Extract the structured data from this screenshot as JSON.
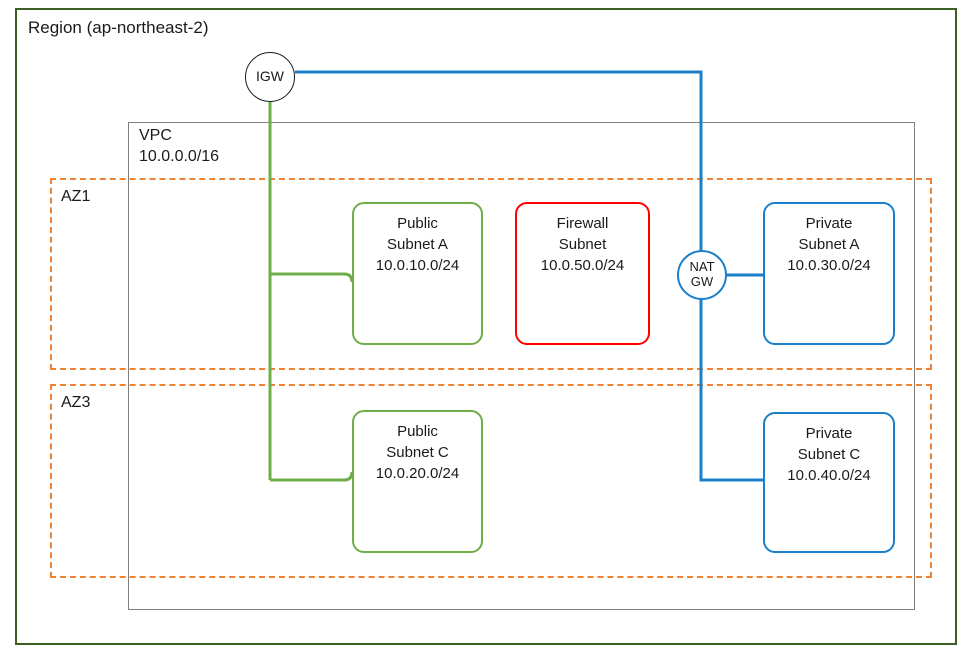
{
  "diagram": {
    "title": "AWS VPC multi-AZ network topology",
    "region": {
      "label": "Region (ap-northeast-2)",
      "border_color": "#3A5E24"
    },
    "vpc": {
      "label": "VPC\n10.0.0.0/16",
      "name": "VPC",
      "cidr": "10.0.0.0/16",
      "border_color": "#808080"
    },
    "availability_zones": [
      {
        "label": "AZ1",
        "border_color": "#ED8333"
      },
      {
        "label": "AZ3",
        "border_color": "#ED8333"
      }
    ],
    "gateways": [
      {
        "label": "IGW",
        "type": "internet-gateway",
        "border_color": "#1a1a1a"
      },
      {
        "label": "NAT\nGW",
        "type": "nat-gateway",
        "border_color": "#1B7FC9"
      }
    ],
    "subnets": [
      {
        "label": "Public\nSubnet A\n10.0.10.0/24",
        "name": "Public Subnet A",
        "cidr": "10.0.10.0/24",
        "zone": "AZ1",
        "kind": "public",
        "color": "#6FAD46"
      },
      {
        "label": "Firewall\nSubnet\n10.0.50.0/24",
        "name": "Firewall Subnet",
        "cidr": "10.0.50.0/24",
        "zone": "AZ1",
        "kind": "firewall",
        "color": "#FF0000"
      },
      {
        "label": "Private\nSubnet A\n10.0.30.0/24",
        "name": "Private Subnet A",
        "cidr": "10.0.30.0/24",
        "zone": "AZ1",
        "kind": "private",
        "color": "#1B7FC9"
      },
      {
        "label": "Public\nSubnet C\n10.0.20.0/24",
        "name": "Public Subnet C",
        "cidr": "10.0.20.0/24",
        "zone": "AZ3",
        "kind": "public",
        "color": "#6FAD46"
      },
      {
        "label": "Private\nSubnet C\n10.0.40.0/24",
        "name": "Private Subnet C",
        "cidr": "10.0.40.0/24",
        "zone": "AZ3",
        "kind": "private",
        "color": "#1B7FC9"
      }
    ],
    "connections": [
      {
        "from": "IGW",
        "to": "Public Subnet A",
        "color": "#6FAD46"
      },
      {
        "from": "IGW",
        "to": "Public Subnet C",
        "color": "#6FAD46"
      },
      {
        "from": "IGW",
        "to": "NAT GW",
        "color": "#1B7FC9"
      },
      {
        "from": "NAT GW",
        "to": "Private Subnet A",
        "color": "#1B7FC9"
      },
      {
        "from": "NAT GW",
        "to": "Private Subnet C",
        "color": "#1B7FC9"
      }
    ]
  }
}
